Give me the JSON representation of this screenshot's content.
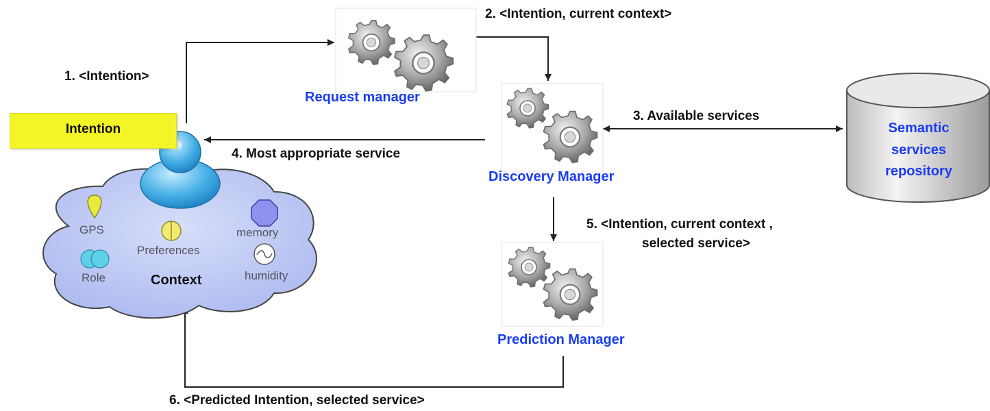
{
  "components": {
    "request_manager": "Request manager",
    "discovery_manager": "Discovery Manager",
    "prediction_manager": "Prediction Manager",
    "repository": [
      "Semantic",
      "services",
      "repository"
    ]
  },
  "user": {
    "intention_label": "Intention"
  },
  "context": {
    "title": "Context",
    "items": {
      "gps": "GPS",
      "preferences": "Preferences",
      "memory": "memory",
      "role": "Role",
      "humidity": "humidity"
    }
  },
  "messages": {
    "m1": "1. <Intention>",
    "m2": "2. <Intention, current context>",
    "m3": "3. Available services",
    "m4": "4. Most appropriate service",
    "m5_line1": "5. <Intention, current context ,",
    "m5_line2": "selected service>",
    "m6": "6. <Predicted Intention, selected service>"
  },
  "colors": {
    "component_label": "#1a3cf2",
    "intention_box": "#f3f526",
    "cloud": "#b9c4f0",
    "person": "#4fb7e8",
    "gear": "#9a9a9a"
  },
  "icons": [
    "gear-icon",
    "database-icon",
    "person-icon",
    "cloud-icon",
    "gps-pin-icon",
    "preferences-icon",
    "memory-octagon-icon",
    "role-icon",
    "humidity-icon"
  ]
}
